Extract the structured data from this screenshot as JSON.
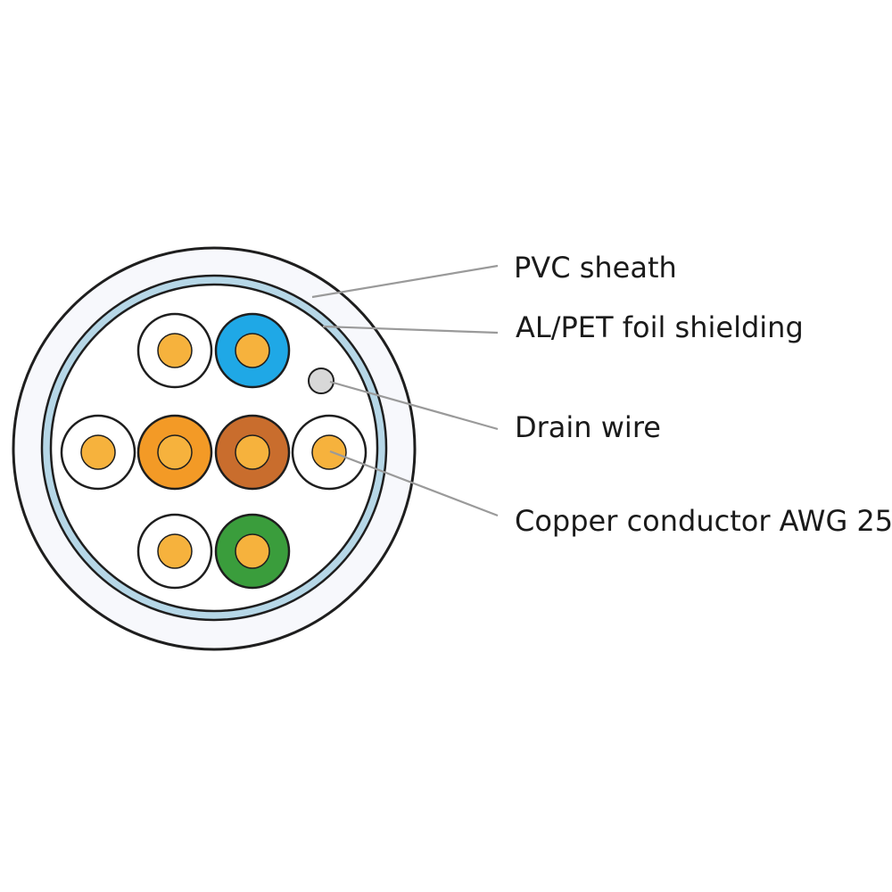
{
  "colors": {
    "sheath_fill": "#f7f8fc",
    "outline": "#1e1e1e",
    "foil_fill": "#b6d7e7",
    "core_background": "#ffffff",
    "copper": "#f6b23d",
    "insulation_white": "#ffffff",
    "insulation_blue": "#1fa8e6",
    "insulation_orange": "#f39a26",
    "insulation_brown": "#c96d2d",
    "insulation_green": "#3a9d3c",
    "drain_wire": "#d8d8d8",
    "leader_line": "#9a9a9a"
  },
  "labels": {
    "pvc_sheath": "PVC sheath",
    "foil_shielding": "AL/PET foil shielding",
    "drain_wire": "Drain wire",
    "copper_conductor": "Copper conductor AWG 25"
  },
  "conductors": [
    {
      "name": "white-top-left",
      "insulation": "white"
    },
    {
      "name": "blue",
      "insulation": "blue"
    },
    {
      "name": "white-middle-left",
      "insulation": "white"
    },
    {
      "name": "orange",
      "insulation": "orange"
    },
    {
      "name": "brown",
      "insulation": "brown"
    },
    {
      "name": "white-middle-right",
      "insulation": "white"
    },
    {
      "name": "white-bottom-left",
      "insulation": "white"
    },
    {
      "name": "green",
      "insulation": "green"
    }
  ]
}
